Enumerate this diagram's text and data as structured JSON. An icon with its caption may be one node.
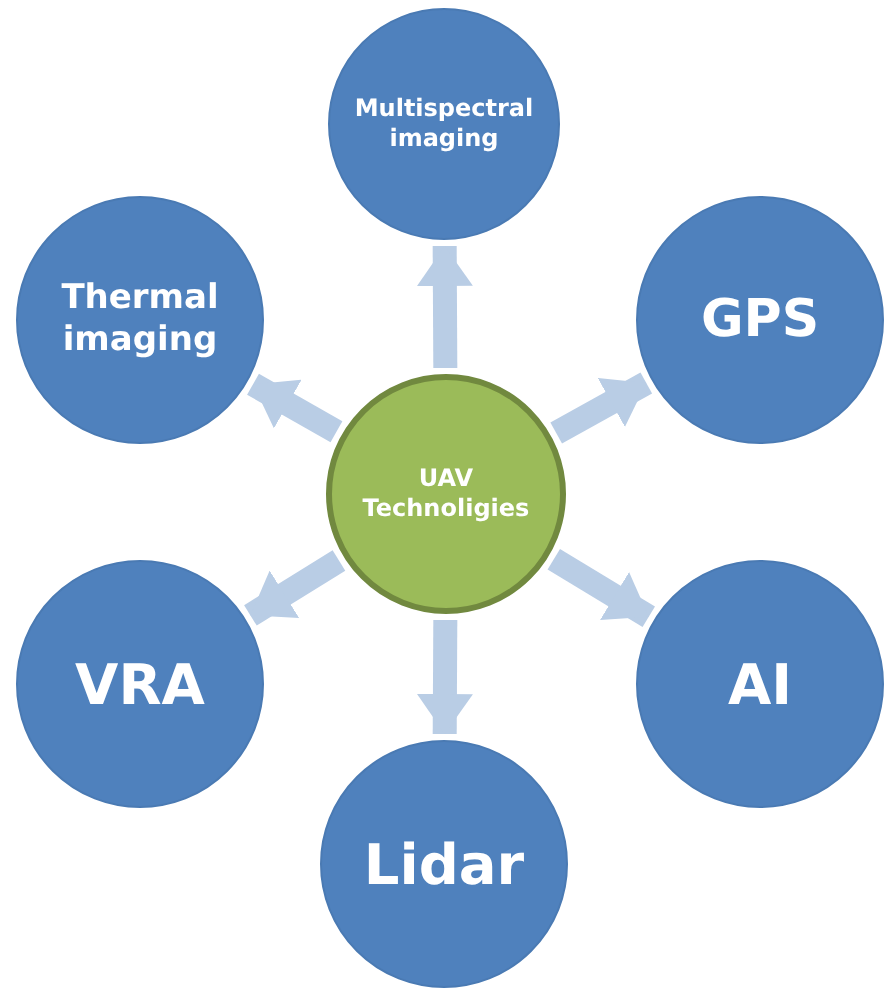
{
  "diagram": {
    "nodes": [
      {
        "text": [
          "Multispectral imaging"
        ]
      },
      {
        "text": [
          "Thermal imaging"
        ]
      },
      {
        "text": [
          "GPS"
        ]
      },
      {
        "text": [
          "UAV Technoligies"
        ]
      },
      {
        "text": [
          "VRA"
        ]
      },
      {
        "text": [
          "AI"
        ]
      },
      {
        "text": [
          "Lidar"
        ]
      }
    ],
    "edges": [
      {
        "from": 3,
        "to": 0,
        "arrow": "to"
      },
      {
        "from": 3,
        "to": 1,
        "arrow": "to"
      },
      {
        "from": 3,
        "to": 2,
        "arrow": "to"
      },
      {
        "from": 3,
        "to": 4,
        "arrow": "to"
      },
      {
        "from": 3,
        "to": 5,
        "arrow": "to"
      },
      {
        "from": 3,
        "to": 6,
        "arrow": "to"
      }
    ]
  }
}
